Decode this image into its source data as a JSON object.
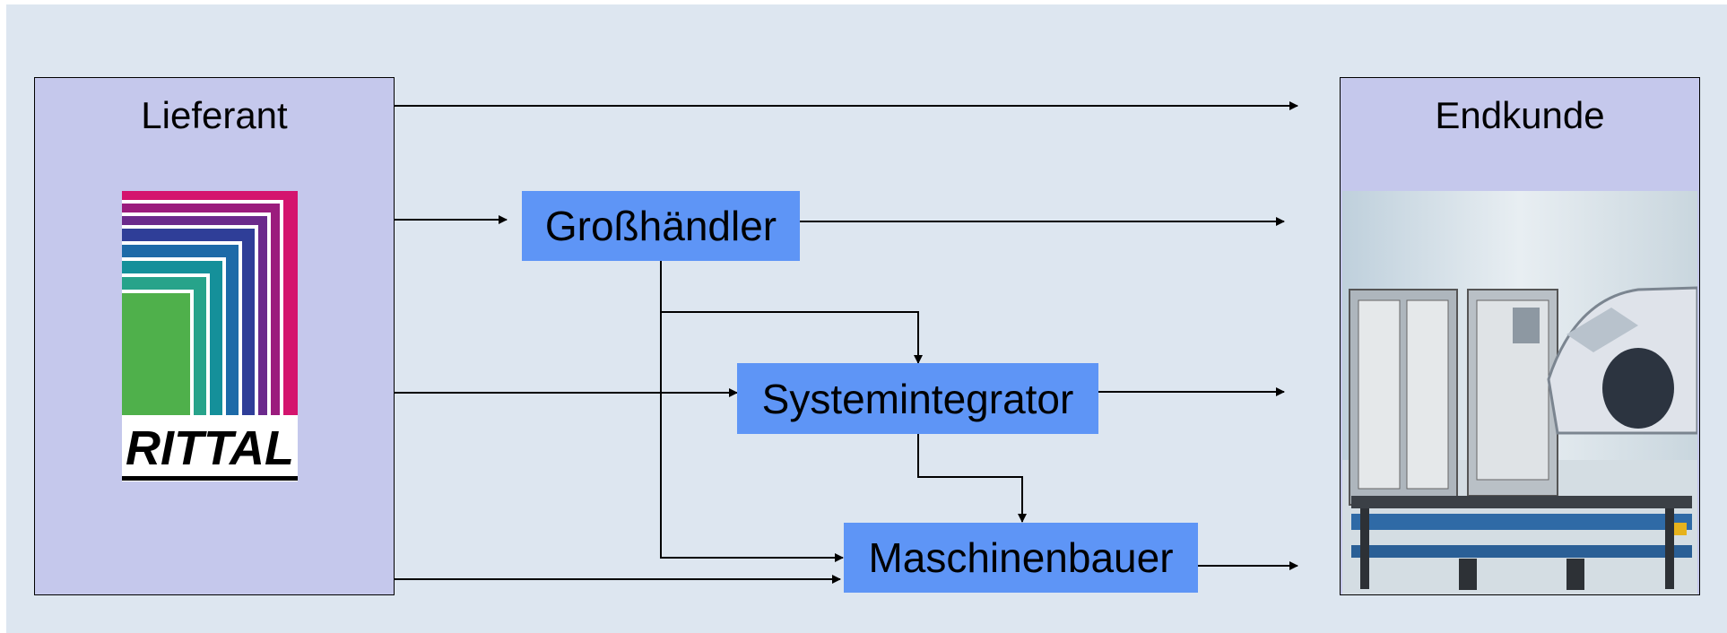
{
  "diagram": {
    "supplier": {
      "title": "Lieferant"
    },
    "end_customer": {
      "title": "Endkunde"
    },
    "nodes": {
      "wholesaler": "Großhändler",
      "system_integrator": "Systemintegrator",
      "machine_builder": "Maschinenbauer"
    },
    "logo": {
      "text": "RITTAL"
    },
    "colors": {
      "background": "#dde6f0",
      "panel_fill": "#c5c8ec",
      "node_fill": "#5e95f6",
      "line": "#000000"
    }
  }
}
